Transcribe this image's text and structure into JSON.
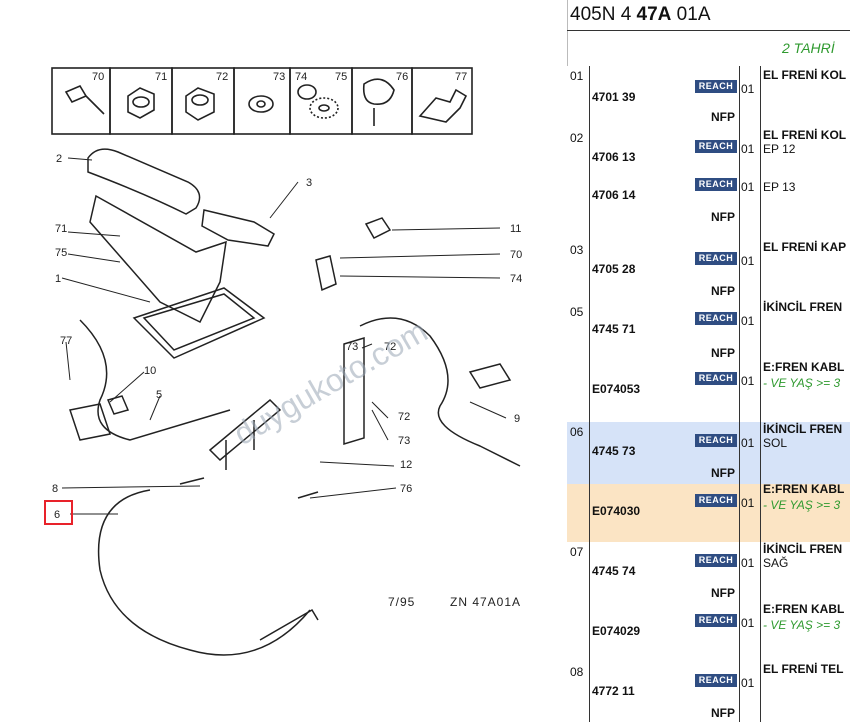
{
  "diagram": {
    "callouts": [
      "70",
      "71",
      "72",
      "73",
      "74",
      "75",
      "76",
      "77",
      "2",
      "3",
      "11",
      "71",
      "75",
      "70",
      "74",
      "1",
      "77",
      "10",
      "5",
      "73",
      "72",
      "72",
      "73",
      "12",
      "9",
      "8",
      "76",
      "6"
    ],
    "watermark": "duygukoto.com",
    "footer_date": "7/95",
    "footer_code": "ZN 47A01A",
    "highlight_color": "#e8222a"
  },
  "panel": {
    "title_prefix": "405N 4 ",
    "title_bold": "47A",
    "title_suffix": " 01A",
    "subtitle": "2 TAHRİ",
    "rows": [
      {
        "idx": "01",
        "bg": "#ffffff",
        "items": [
          {
            "pn": "4701 39",
            "qty": "01",
            "desc": "EL FRENİ KOL",
            "sub": "",
            "note": ""
          }
        ],
        "nfp": [
          "NFP"
        ]
      },
      {
        "idx": "02",
        "bg": "#ffffff",
        "items": [
          {
            "pn": "4706 13",
            "qty": "01",
            "desc": "EL FRENİ KOL",
            "sub": "EP 12",
            "note": ""
          },
          {
            "pn": "4706 14",
            "qty": "01",
            "desc": "",
            "sub": "EP 13",
            "note": ""
          }
        ],
        "nfp": [
          "NFP"
        ]
      },
      {
        "idx": "03",
        "bg": "#ffffff",
        "items": [
          {
            "pn": "4705 28",
            "qty": "01",
            "desc": "EL FRENİ KAP",
            "sub": "",
            "note": ""
          }
        ],
        "nfp": [
          "NFP"
        ]
      },
      {
        "idx": "05",
        "bg": "#ffffff",
        "items": [
          {
            "pn": "4745 71",
            "qty": "01",
            "desc": "İKİNCİL FREN",
            "sub": "",
            "note": ""
          },
          {
            "pn": "E074053",
            "qty": "01",
            "desc": "E:FREN KABL",
            "sub": "",
            "note": "- VE YAŞ >= 3"
          }
        ],
        "nfp": [
          "NFP"
        ]
      },
      {
        "idx": "06",
        "bg": "#d6e3f8",
        "items": [
          {
            "pn": "4745 73",
            "qty": "01",
            "desc": "İKİNCİL FREN",
            "sub": "SOL",
            "note": ""
          }
        ],
        "nfp": [
          "NFP"
        ]
      },
      {
        "idx": "",
        "bg": "#fbe4c4",
        "items": [
          {
            "pn": "E074030",
            "qty": "01",
            "desc": "E:FREN KABL",
            "sub": "",
            "note": "- VE YAŞ >= 3"
          }
        ],
        "nfp": []
      },
      {
        "idx": "07",
        "bg": "#ffffff",
        "items": [
          {
            "pn": "4745 74",
            "qty": "01",
            "desc": "İKİNCİL FREN",
            "sub": "SAĞ",
            "note": ""
          },
          {
            "pn": "E074029",
            "qty": "01",
            "desc": "E:FREN KABL",
            "sub": "",
            "note": "- VE YAŞ >= 3"
          }
        ],
        "nfp": [
          "NFP"
        ]
      },
      {
        "idx": "08",
        "bg": "#ffffff",
        "items": [
          {
            "pn": "4772 11",
            "qty": "01",
            "desc": "EL FRENİ TEL",
            "sub": "",
            "note": ""
          }
        ],
        "nfp": [
          "NFP"
        ]
      }
    ],
    "reach_label": "REACH"
  }
}
